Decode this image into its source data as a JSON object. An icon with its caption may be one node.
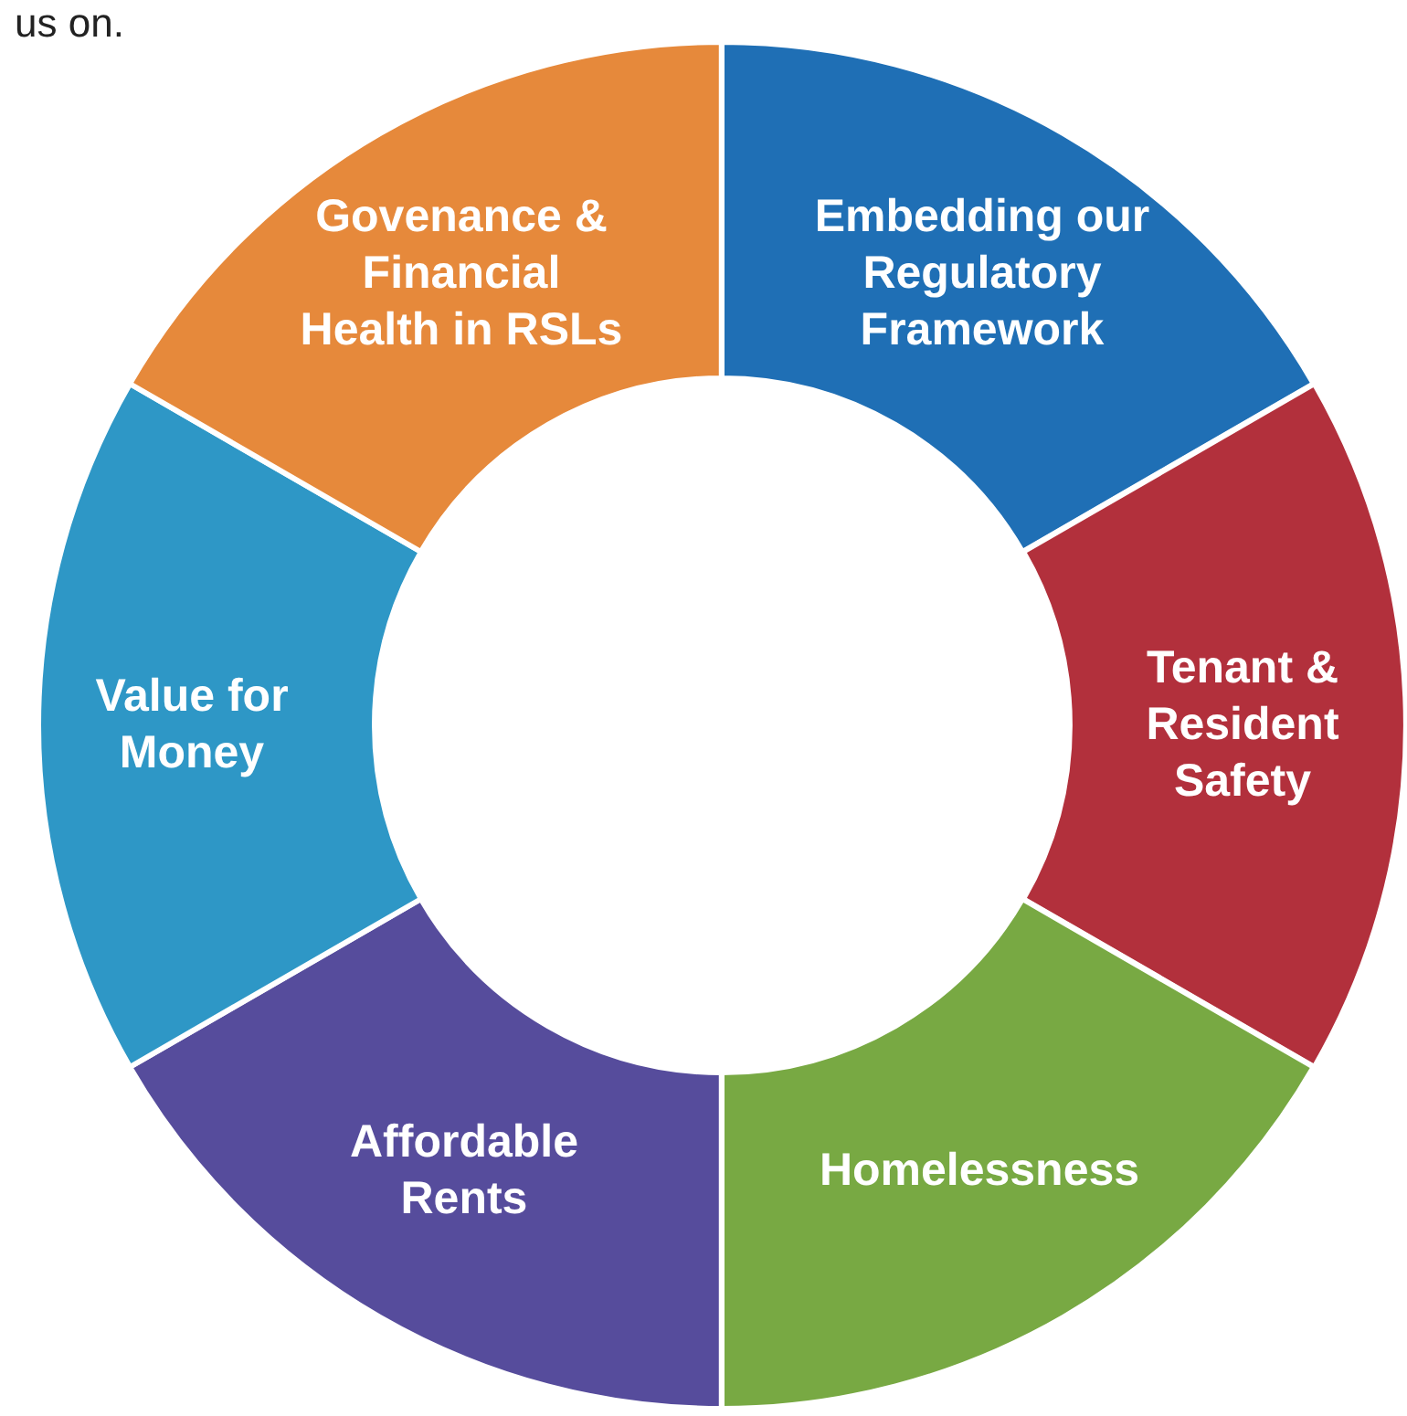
{
  "diagram": {
    "nodes": [
      {
        "text": [
          "Embedding our Regulatory Framework"
        ]
      },
      {
        "text": [
          "Tenant & Resident Safety"
        ]
      },
      {
        "text": [
          "Homelessness"
        ]
      },
      {
        "text": [
          "Affordable Rents"
        ]
      },
      {
        "text": [
          "Value for Money"
        ]
      },
      {
        "text": [
          "Govenance & Financial Health in RSLs"
        ]
      }
    ],
    "labels": [
      "us on."
    ]
  }
}
